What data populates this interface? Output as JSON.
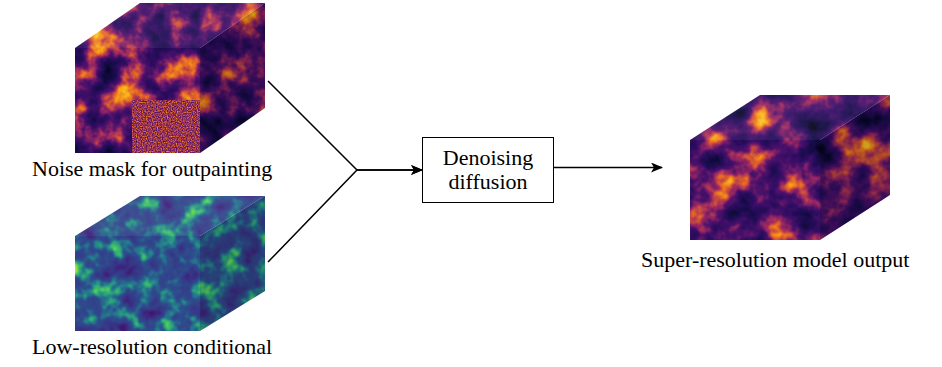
{
  "diagram": {
    "nodes": [
      {
        "text": [
          "Noise mask for outpainting"
        ]
      },
      {
        "text": [
          "Low-resolution conditional"
        ]
      },
      {
        "text": [
          "Denoising diffusion"
        ]
      },
      {
        "text": [
          "Super-resolution model output"
        ]
      }
    ],
    "edges": [
      {
        "from": 0,
        "to": 2,
        "arrow": "to"
      },
      {
        "from": 1,
        "to": 2,
        "arrow": "to"
      },
      {
        "from": 2,
        "to": 3,
        "arrow": "to"
      }
    ]
  }
}
